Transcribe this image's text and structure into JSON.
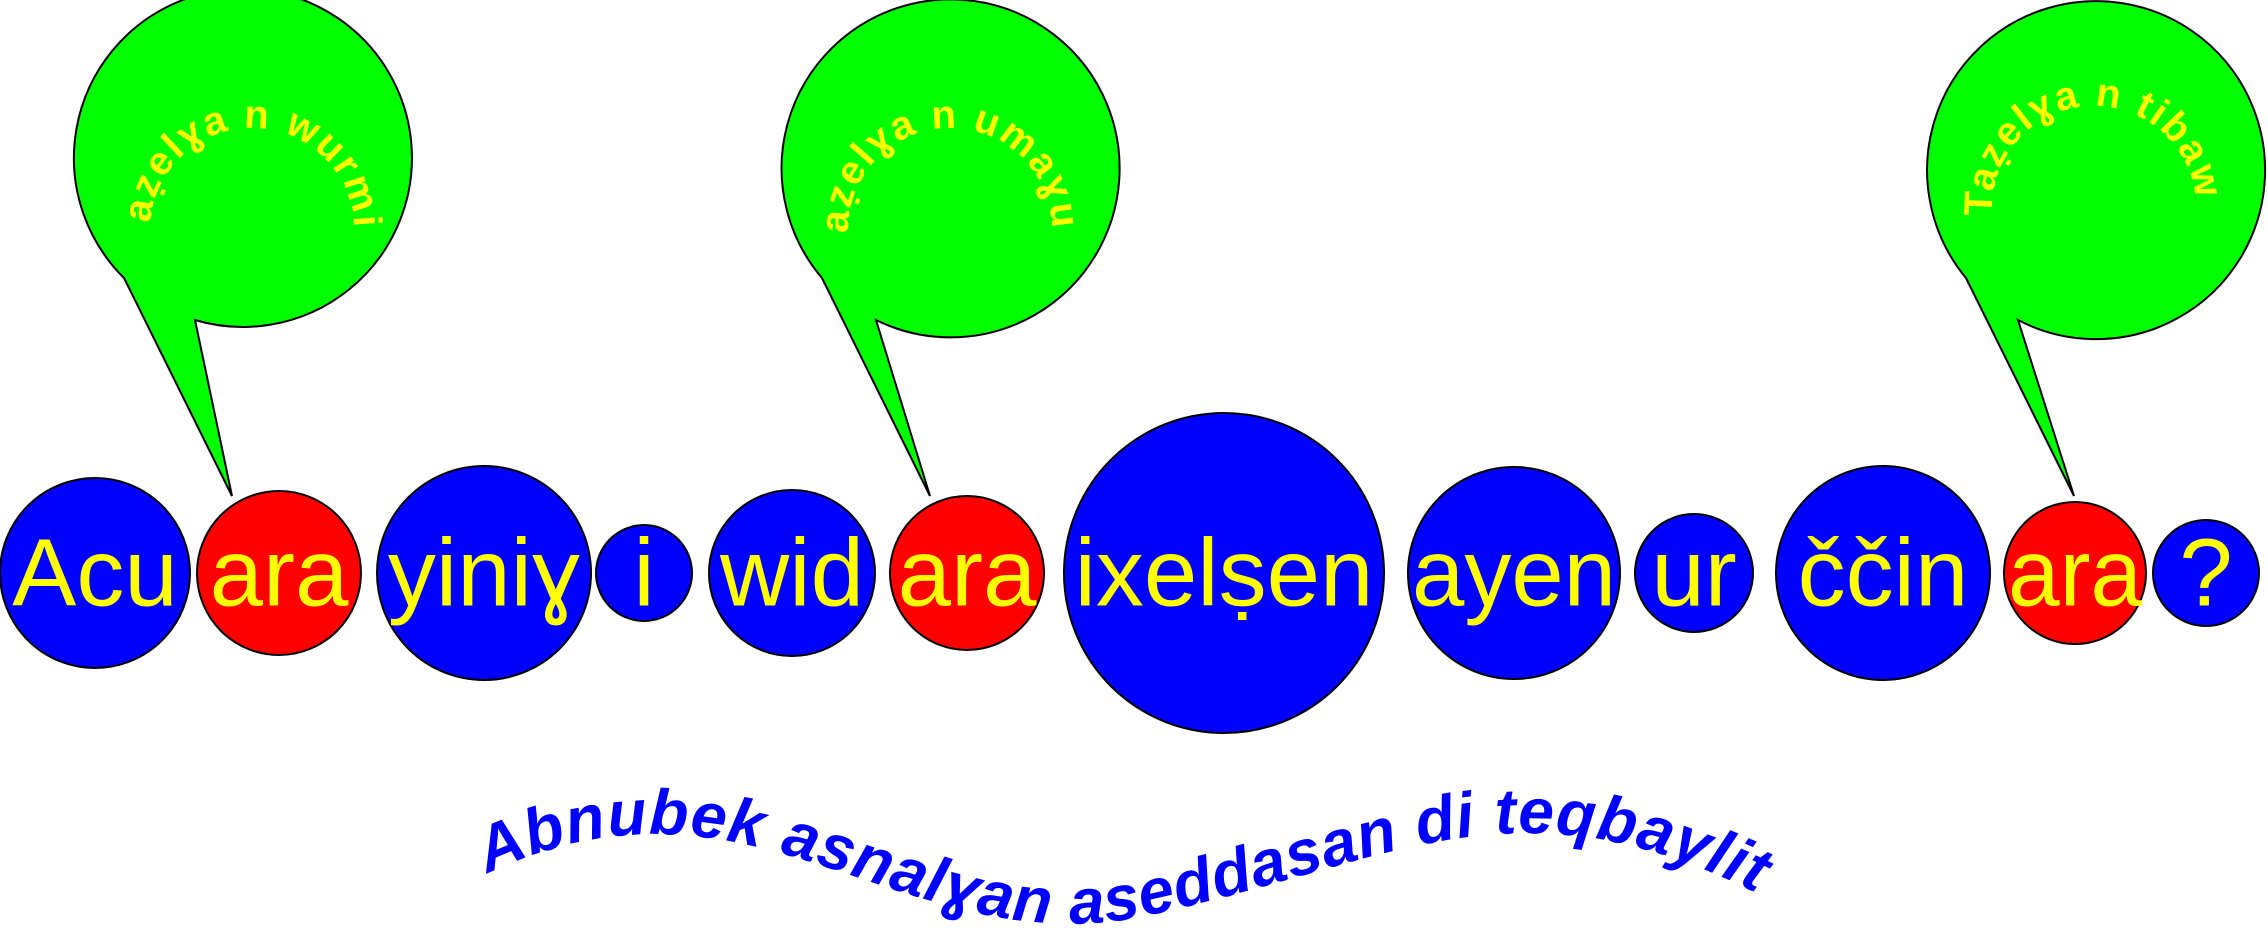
{
  "colors": {
    "word_fill": "#0000ff",
    "highlight_fill": "#ff0000",
    "word_text": "#ffff00",
    "bubble_fill": "#00ff00",
    "bubble_text": "#ffff00",
    "caption_text": "#0000ff",
    "stroke": "#000000"
  },
  "sentence": {
    "words": [
      {
        "text": "Acu",
        "highlight": false
      },
      {
        "text": "ara",
        "highlight": true
      },
      {
        "text": "yiniɣ",
        "highlight": false
      },
      {
        "text": "i",
        "highlight": false
      },
      {
        "text": "wid",
        "highlight": false
      },
      {
        "text": "ara",
        "highlight": true
      },
      {
        "text": "ixelṣen",
        "highlight": false
      },
      {
        "text": "ayen",
        "highlight": false
      },
      {
        "text": "ur",
        "highlight": false
      },
      {
        "text": "ččin",
        "highlight": false
      },
      {
        "text": "ara",
        "highlight": true
      },
      {
        "text": "?",
        "highlight": false
      }
    ]
  },
  "bubbles": [
    {
      "text": "Taẓelɣa n wurmir"
    },
    {
      "text": "Taẓelɣa n umaɣun"
    },
    {
      "text": "Taẓelɣa n tibawt"
    }
  ],
  "caption": {
    "text": "Abnubek asnalɣan aseddasan di teqbaylit"
  }
}
